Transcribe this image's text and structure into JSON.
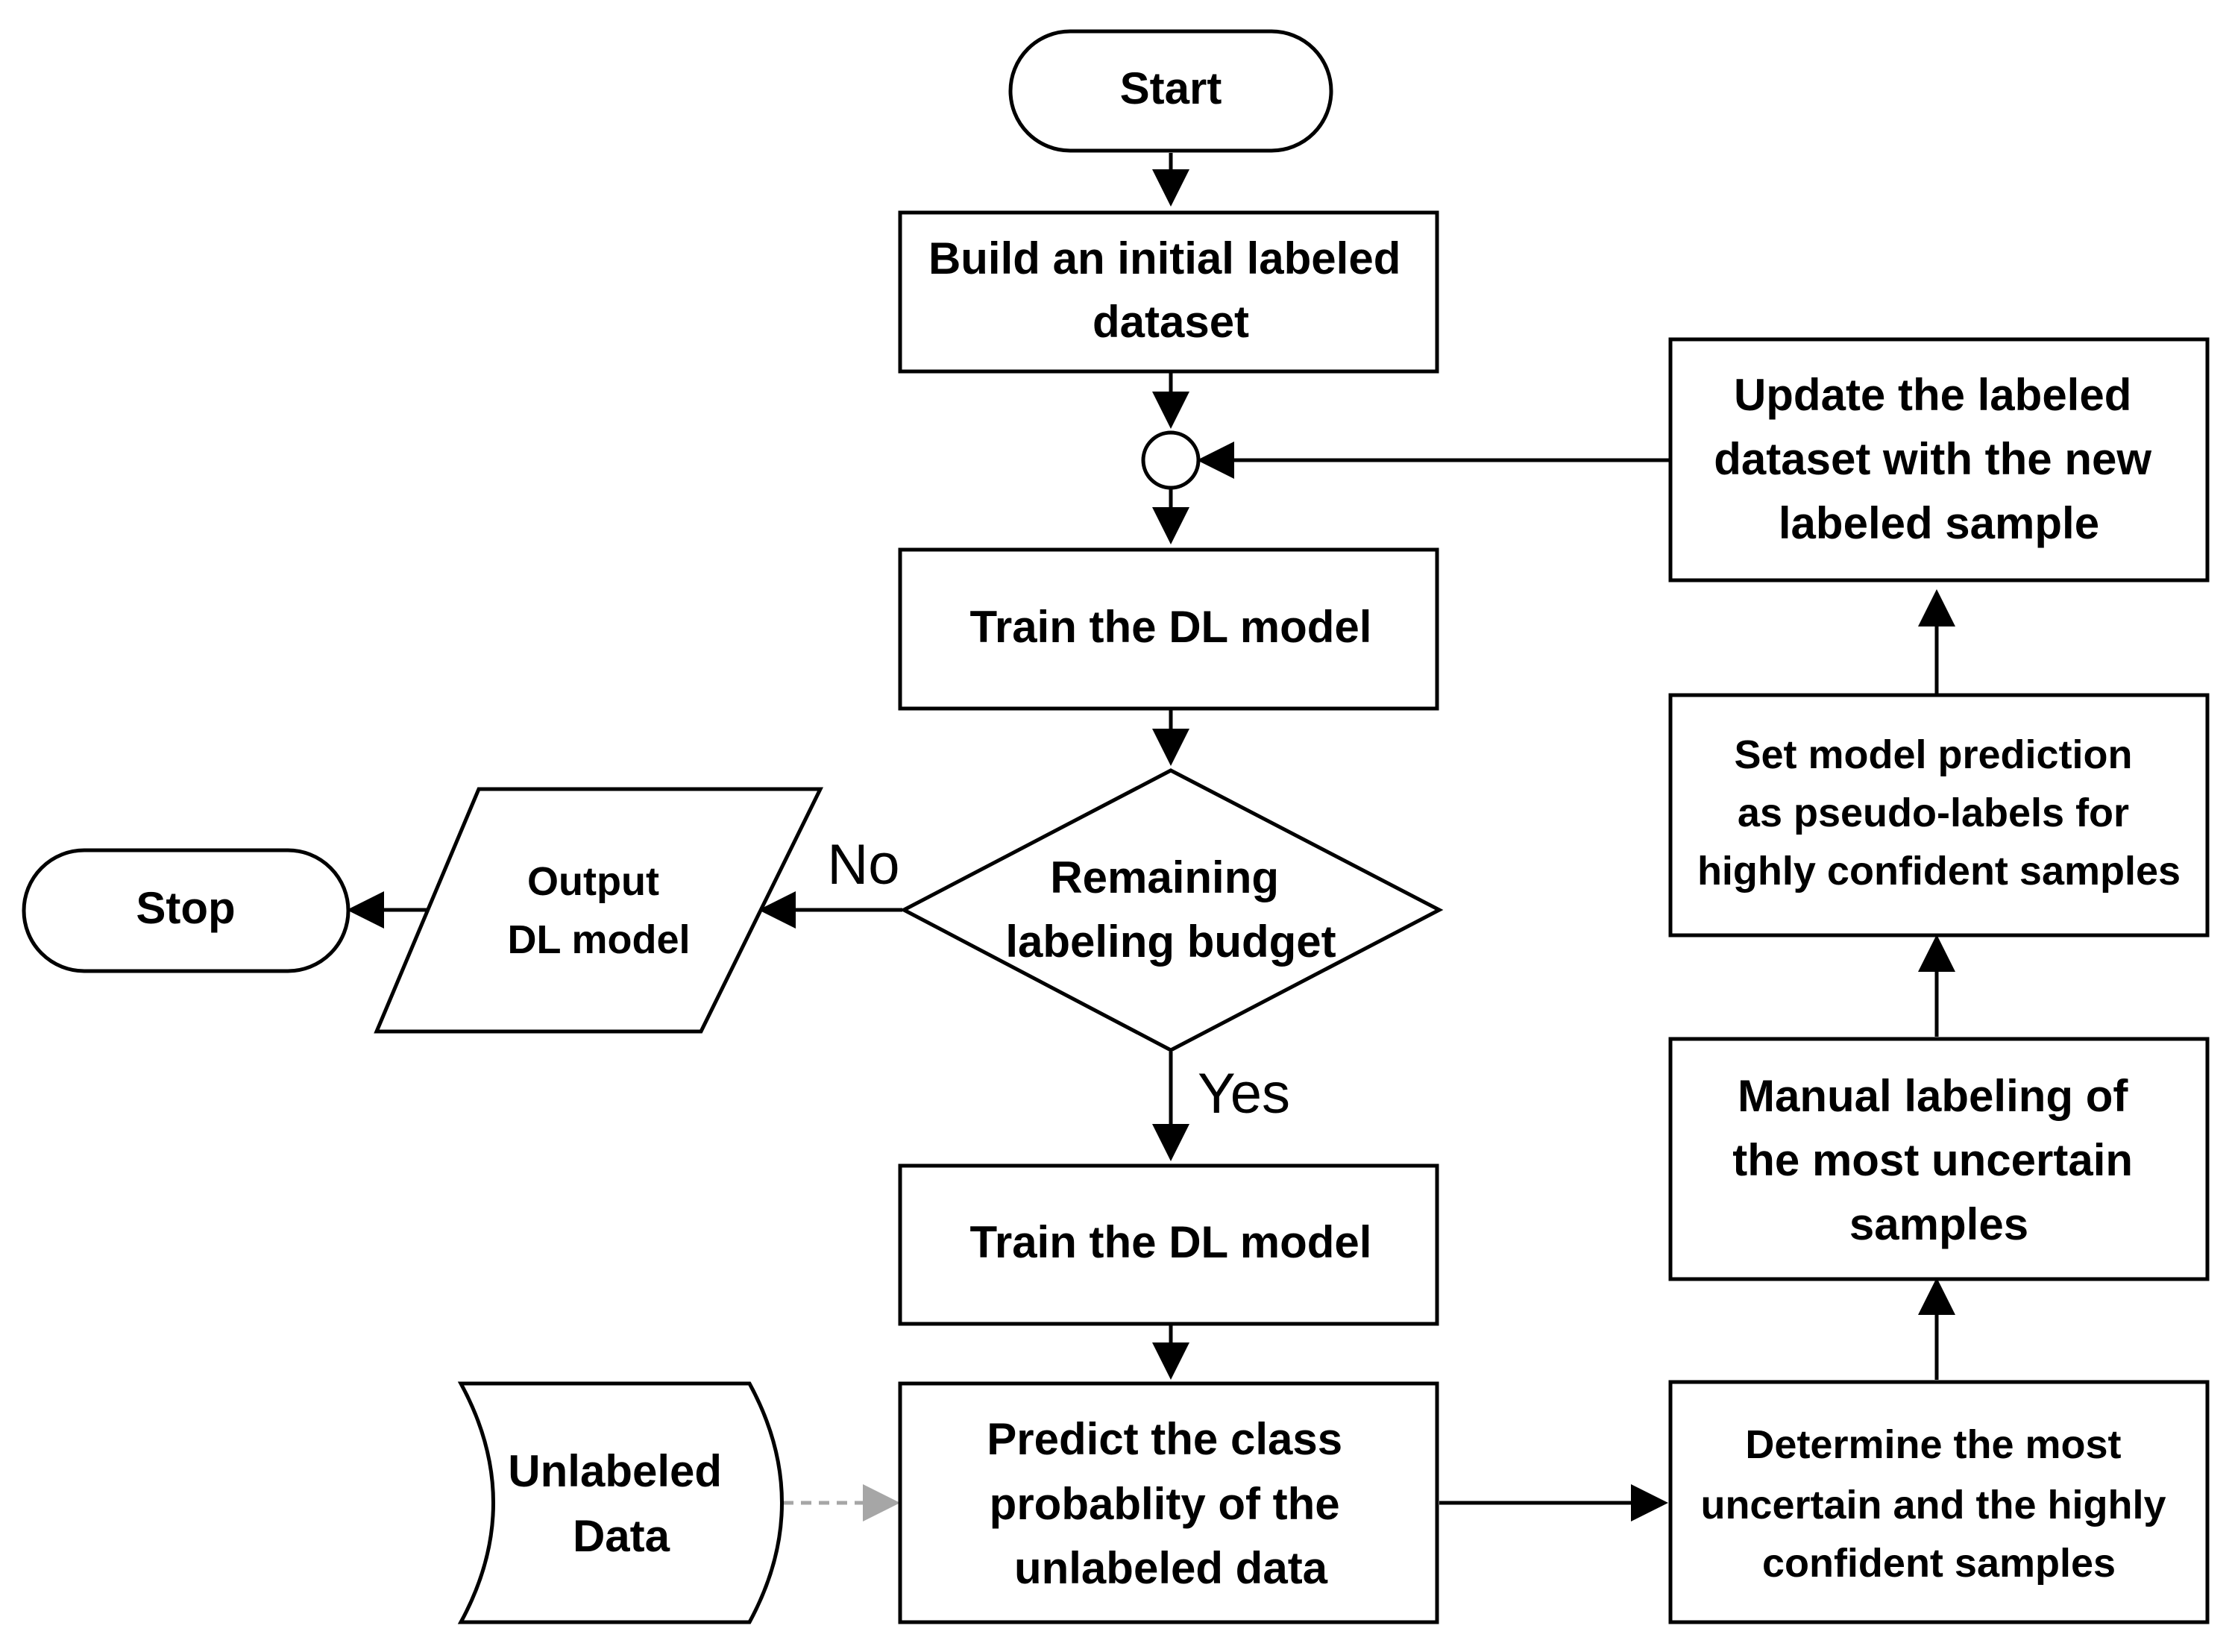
{
  "nodes": {
    "start": {
      "lines": [
        "Start"
      ]
    },
    "build": {
      "lines": [
        "Build an initial labeled",
        "dataset"
      ]
    },
    "train1": {
      "lines": [
        "Train the DL model"
      ]
    },
    "decision": {
      "lines": [
        "Remaining",
        "labeling budget"
      ]
    },
    "output": {
      "lines": [
        "Output",
        "DL model"
      ]
    },
    "stop": {
      "lines": [
        "Stop"
      ]
    },
    "train2": {
      "lines": [
        "Train the DL model"
      ]
    },
    "predict": {
      "lines": [
        "Predict the class",
        "probablity of the",
        "unlabeled data"
      ]
    },
    "unlabeled": {
      "lines": [
        "Unlabeled",
        "Data"
      ]
    },
    "determine": {
      "lines": [
        "Determine the most",
        "uncertain and the highly",
        "confident samples"
      ]
    },
    "manual": {
      "lines": [
        "Manual labeling of",
        "the most uncertain",
        "samples"
      ]
    },
    "pseudo": {
      "lines": [
        "Set model prediction",
        "as pseudo-labels for",
        "highly confident samples"
      ]
    },
    "update": {
      "lines": [
        "Update the labeled",
        "dataset with the new",
        "labeled sample"
      ]
    }
  },
  "edge_labels": {
    "no": "No",
    "yes": "Yes"
  },
  "colors": {
    "stroke": "#000000",
    "dashed_arrow": "#a6a6a6",
    "background": "#ffffff"
  }
}
